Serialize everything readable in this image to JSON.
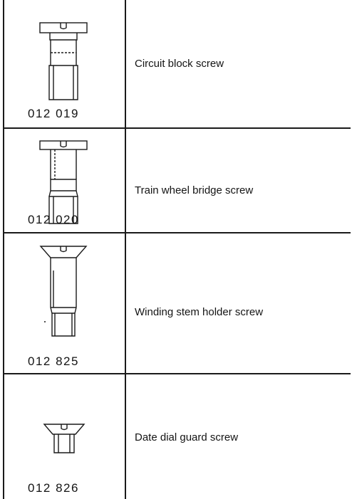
{
  "parts": [
    {
      "number": "012 019",
      "name": "Circuit block screw",
      "icon": "circuit-block-screw-icon"
    },
    {
      "number": "012 020",
      "name": "Train wheel bridge screw",
      "icon": "train-wheel-bridge-screw-icon"
    },
    {
      "number": "012 825",
      "name": "Winding stem holder screw",
      "icon": "winding-stem-holder-screw-icon"
    },
    {
      "number": "012 826",
      "name": "Date dial guard screw",
      "icon": "date-dial-guard-screw-icon"
    }
  ],
  "colors": {
    "ink": "#141414",
    "paper": "#ffffff"
  }
}
